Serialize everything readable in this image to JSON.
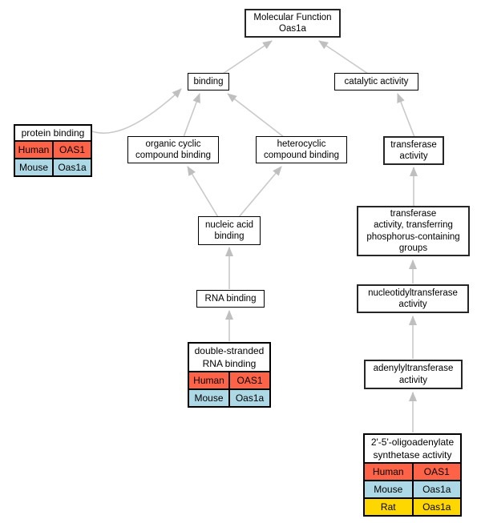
{
  "diagram": {
    "description": "Gene Ontology molecular-function ancestor graph for Oas1a",
    "colors": {
      "human_row": "#FF6347",
      "mouse_row": "#ADD8E6",
      "rat_row": "#FFD700",
      "edge": "#C9C9C9",
      "node_border": "#000000",
      "node_fill": "#FFFFFF"
    },
    "nodes": {
      "molecular_function": {
        "label": "Molecular Function\nOas1a"
      },
      "binding": {
        "label": "binding"
      },
      "catalytic_activity": {
        "label": "catalytic activity"
      },
      "protein_binding": {
        "label": "protein binding",
        "annotations": [
          {
            "species": "Human",
            "gene": "OAS1",
            "color": "#FF6347"
          },
          {
            "species": "Mouse",
            "gene": "Oas1a",
            "color": "#ADD8E6"
          }
        ]
      },
      "organic_cyclic_compound_binding": {
        "label": "organic cyclic\ncompound binding"
      },
      "heterocyclic_compound_binding": {
        "label": "heterocyclic\ncompound binding"
      },
      "transferase_activity": {
        "label": "transferase\nactivity"
      },
      "nucleic_acid_binding": {
        "label": "nucleic acid\nbinding"
      },
      "transferase_phosphorus_groups": {
        "label": "transferase\nactivity, transferring\nphosphorus-containing\ngroups"
      },
      "rna_binding": {
        "label": "RNA binding"
      },
      "nucleotidyltransferase_activity": {
        "label": "nucleotidyltransferase\nactivity"
      },
      "double_stranded_rna_binding": {
        "label": "double-stranded\nRNA binding",
        "annotations": [
          {
            "species": "Human",
            "gene": "OAS1",
            "color": "#FF6347"
          },
          {
            "species": "Mouse",
            "gene": "Oas1a",
            "color": "#ADD8E6"
          }
        ]
      },
      "adenylyltransferase_activity": {
        "label": "adenylyltransferase\nactivity"
      },
      "oligoadenylate_synthetase_activity": {
        "label": "2'-5'-oligoadenylate\nsynthetase activity",
        "annotations": [
          {
            "species": "Human",
            "gene": "OAS1",
            "color": "#FF6347"
          },
          {
            "species": "Mouse",
            "gene": "Oas1a",
            "color": "#ADD8E6"
          },
          {
            "species": "Rat",
            "gene": "Oas1a",
            "color": "#FFD700"
          }
        ]
      }
    },
    "edges": [
      {
        "from": "binding",
        "to": "molecular_function"
      },
      {
        "from": "catalytic_activity",
        "to": "molecular_function"
      },
      {
        "from": "protein_binding",
        "to": "binding"
      },
      {
        "from": "organic_cyclic_compound_binding",
        "to": "binding"
      },
      {
        "from": "heterocyclic_compound_binding",
        "to": "binding"
      },
      {
        "from": "transferase_activity",
        "to": "catalytic_activity"
      },
      {
        "from": "nucleic_acid_binding",
        "to": "organic_cyclic_compound_binding"
      },
      {
        "from": "nucleic_acid_binding",
        "to": "heterocyclic_compound_binding"
      },
      {
        "from": "transferase_phosphorus_groups",
        "to": "transferase_activity"
      },
      {
        "from": "rna_binding",
        "to": "nucleic_acid_binding"
      },
      {
        "from": "nucleotidyltransferase_activity",
        "to": "transferase_phosphorus_groups"
      },
      {
        "from": "double_stranded_rna_binding",
        "to": "rna_binding"
      },
      {
        "from": "adenylyltransferase_activity",
        "to": "nucleotidyltransferase_activity"
      },
      {
        "from": "oligoadenylate_synthetase_activity",
        "to": "adenylyltransferase_activity"
      }
    ]
  }
}
